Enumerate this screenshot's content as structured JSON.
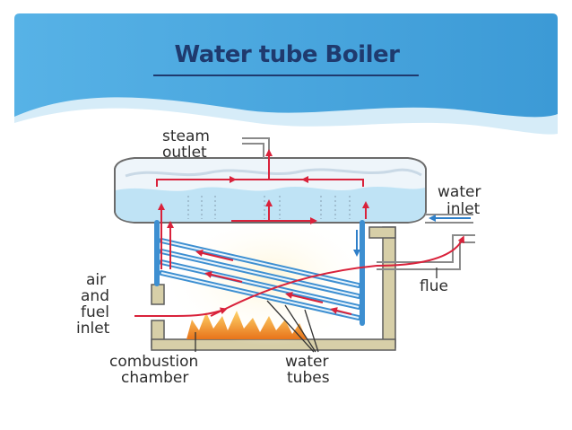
{
  "slide": {
    "title": "Water tube Boiler"
  },
  "diagram": {
    "labels": {
      "steam_outlet_line1": "steam",
      "steam_outlet_line2": "outlet",
      "water_inlet_line1": "water",
      "water_inlet_line2": "inlet",
      "flue": "flue",
      "air_fuel_line1": "air",
      "air_fuel_line2": "and",
      "air_fuel_line3": "fuel",
      "air_fuel_line4": "inlet",
      "combustion_line1": "combustion",
      "combustion_line2": "chamber",
      "water_tubes_line1": "water",
      "water_tubes_line2": "tubes"
    },
    "colors": {
      "header_blue": "#4aa6dd",
      "flow_arrow": "#d9223b",
      "water": "#bfe3f5",
      "tube": "#3d8fd1",
      "brick": "#d7cfa8",
      "flame": "#f39a1f"
    }
  }
}
